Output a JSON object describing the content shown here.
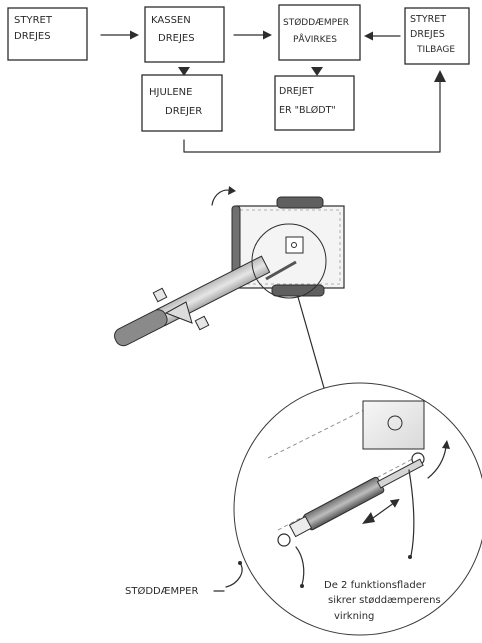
{
  "flow": {
    "box1": [
      "STYRET",
      "DREJES"
    ],
    "box2": [
      "KASSEN",
      "DREJES"
    ],
    "box3": [
      "STØDDÆMPER",
      "PÅVIRKES"
    ],
    "box4": [
      "STYRET",
      "DREJES",
      "TILBAGE"
    ],
    "box5": [
      "HJULENE",
      "DREJER"
    ],
    "box6": [
      "DREJET",
      "ER \"BLØDT\""
    ]
  },
  "annotations": {
    "shock_label": "STØDDÆMPER",
    "note": [
      "De 2 funktionsflader",
      "sikrer støddæmperens",
      "virkning"
    ]
  }
}
